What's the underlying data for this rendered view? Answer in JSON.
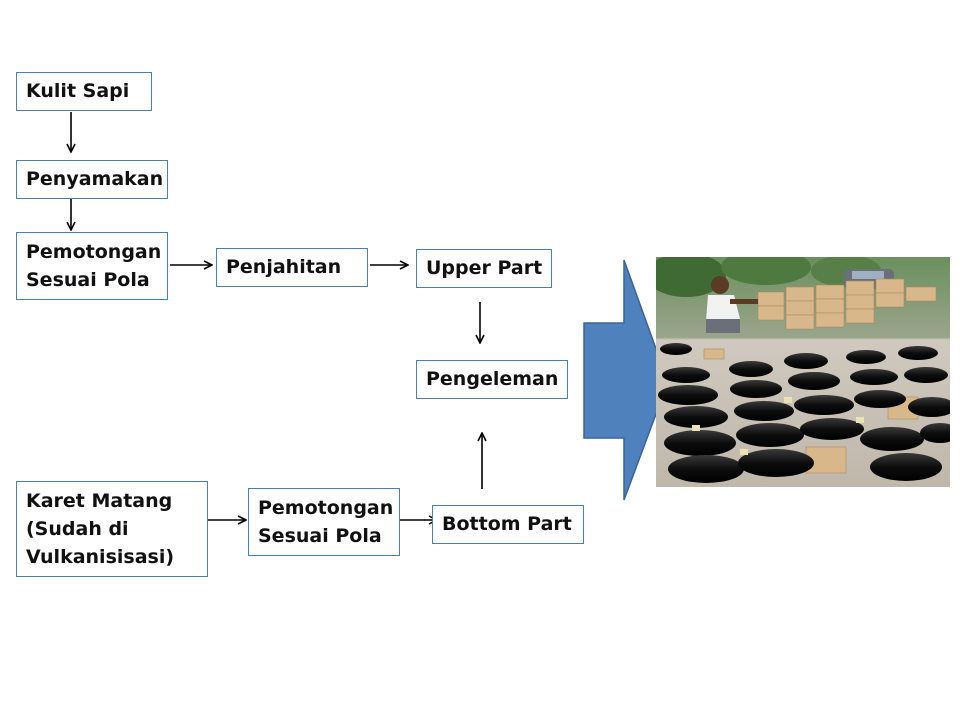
{
  "diagram": {
    "nodes": {
      "kulit_sapi": {
        "lines": [
          "Kulit Sapi"
        ]
      },
      "penyamakan": {
        "lines": [
          "Penyamakan"
        ]
      },
      "pemotongan_top": {
        "lines": [
          "Pemotongan",
          "Sesuai Pola"
        ]
      },
      "penjahitan": {
        "lines": [
          "Penjahitan"
        ]
      },
      "upper_part": {
        "lines": [
          "Upper Part"
        ]
      },
      "pengeleman": {
        "lines": [
          "Pengeleman"
        ]
      },
      "karet_matang": {
        "lines": [
          "Karet Matang",
          "(Sudah di",
          "Vulkanisisasi)"
        ]
      },
      "pemotongan_bottom": {
        "lines": [
          "Pemotongan",
          "Sesuai Pola"
        ]
      },
      "bottom_part": {
        "lines": [
          "Bottom Part"
        ]
      }
    },
    "edges": [
      {
        "from": "kulit_sapi",
        "to": "penyamakan"
      },
      {
        "from": "penyamakan",
        "to": "pemotongan_top"
      },
      {
        "from": "pemotongan_top",
        "to": "penjahitan"
      },
      {
        "from": "penjahitan",
        "to": "upper_part"
      },
      {
        "from": "upper_part",
        "to": "pengeleman"
      },
      {
        "from": "karet_matang",
        "to": "pemotongan_bottom"
      },
      {
        "from": "pemotongan_bottom",
        "to": "bottom_part"
      },
      {
        "from": "bottom_part",
        "to": "pengeleman"
      },
      {
        "from": "pengeleman",
        "to": "product_photo"
      }
    ]
  },
  "colors": {
    "box_border": "#4a7ebb",
    "box_text": "#111111",
    "big_arrow_fill": "#4f81bd",
    "big_arrow_stroke": "#3a6496",
    "connector": "#000000"
  },
  "photo": {
    "subject": "rows of black leather shoes on display with shoe boxes and a worker"
  }
}
